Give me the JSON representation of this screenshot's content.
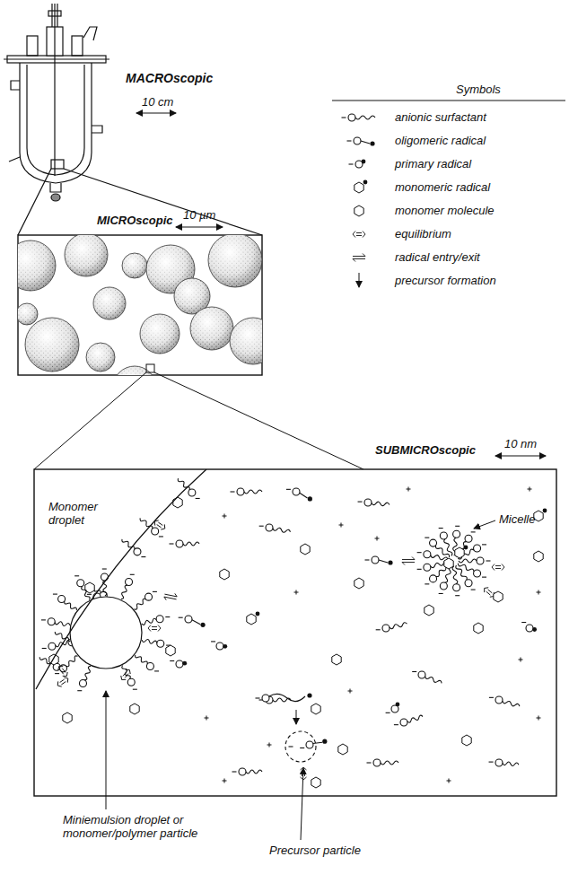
{
  "diagram": {
    "nodes": [
      {
        "text": [
          "Monomer droplet"
        ]
      }
    ],
    "labels": [
      "MACROscopic",
      "10 cm",
      "MICROscopic",
      "10 µm",
      "SUBMICROscopic",
      "10 nm",
      "Symbols",
      "Micelle",
      "Miniemulsion droplet or monomer/polymer particle",
      "Precursor particle"
    ],
    "legend": [
      {
        "text": "anionic surfactant"
      },
      {
        "text": "oligomeric radical"
      },
      {
        "text": "primary radical"
      },
      {
        "text": "monomeric radical"
      },
      {
        "text": "monomer molecule"
      },
      {
        "text": "equilibrium"
      },
      {
        "text": "radical entry/exit"
      },
      {
        "text": "precursor formation"
      }
    ]
  }
}
